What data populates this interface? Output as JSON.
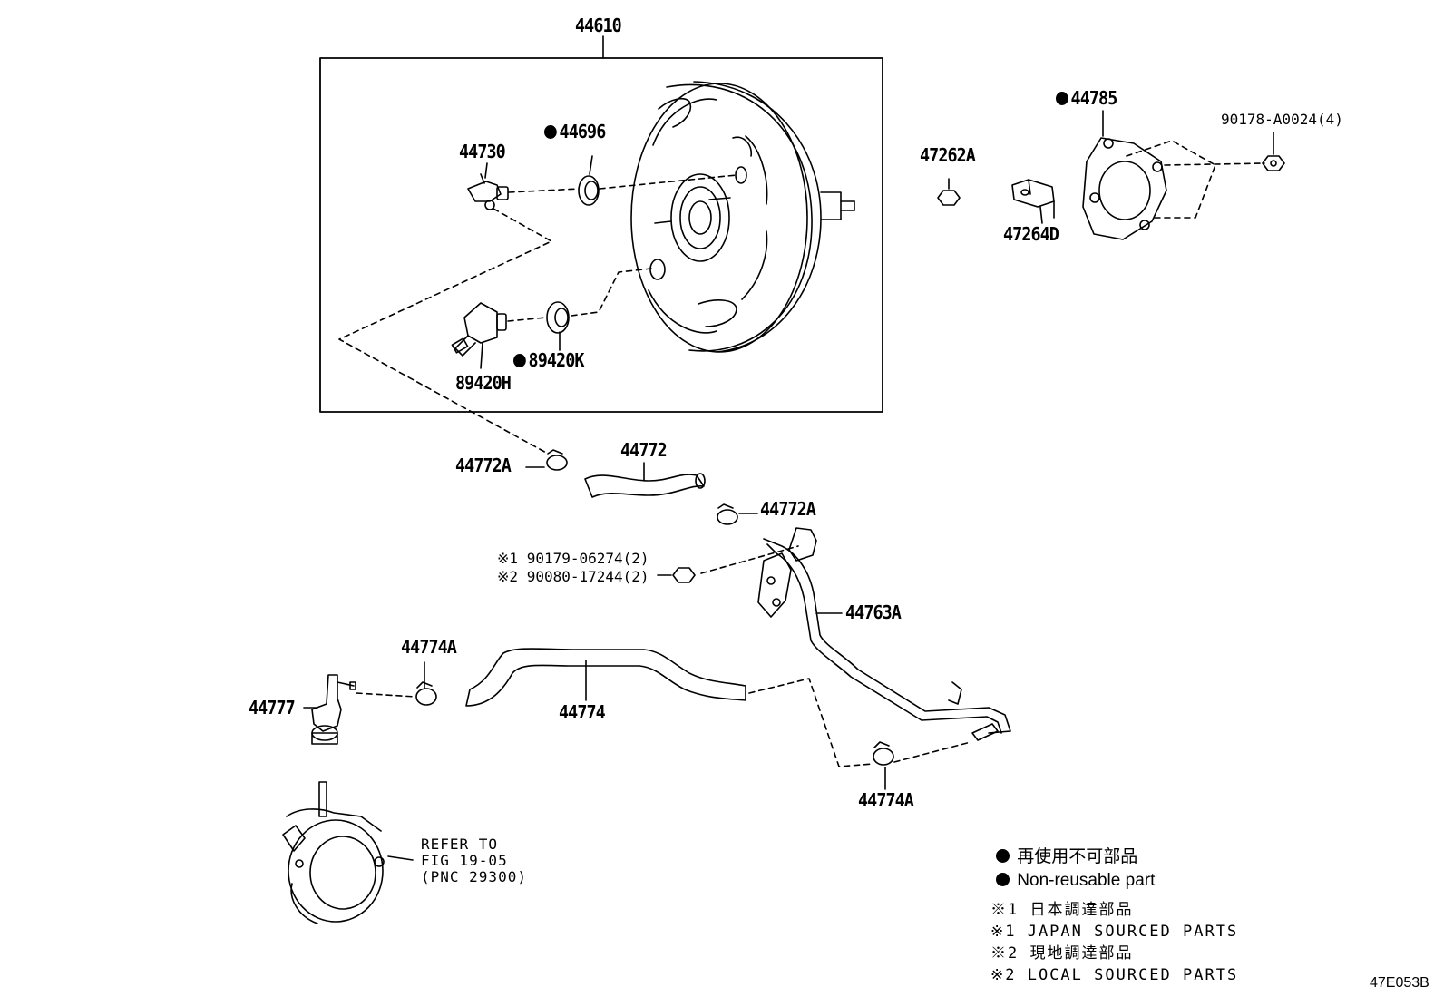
{
  "diagram": {
    "parts": {
      "p44610": "44610",
      "p44730": "44730",
      "p44696": "44696",
      "p89420H": "89420H",
      "p89420K": "89420K",
      "p44785": "44785",
      "p90178": "90178-A0024(4)",
      "p47262A": "47262A",
      "p47264D": "47264D",
      "p44772A_1": "44772A",
      "p44772": "44772",
      "p44772A_2": "44772A",
      "p90179": "90179-06274(2)",
      "p90080": "90080-17244(2)",
      "p44763A": "44763A",
      "p44774A_1": "44774A",
      "p44777": "44777",
      "p44774": "44774",
      "p44774A_2": "44774A"
    },
    "marks": {
      "mark1": "※1",
      "mark2": "※2"
    },
    "refer": {
      "line1": "REFER TO",
      "line2": "FIG 19-05",
      "line3": "(PNC 29300)"
    },
    "legend": {
      "jp_nonreusable": "再使用不可部品",
      "en_nonreusable": "Non-reusable part",
      "jp_japan": "※1 日本調達部品",
      "en_japan": "※1 JAPAN SOURCED PARTS",
      "jp_local": "※2 現地調達部品",
      "en_local": "※2 LOCAL SOURCED PARTS"
    },
    "figure_code": "47E053B"
  }
}
